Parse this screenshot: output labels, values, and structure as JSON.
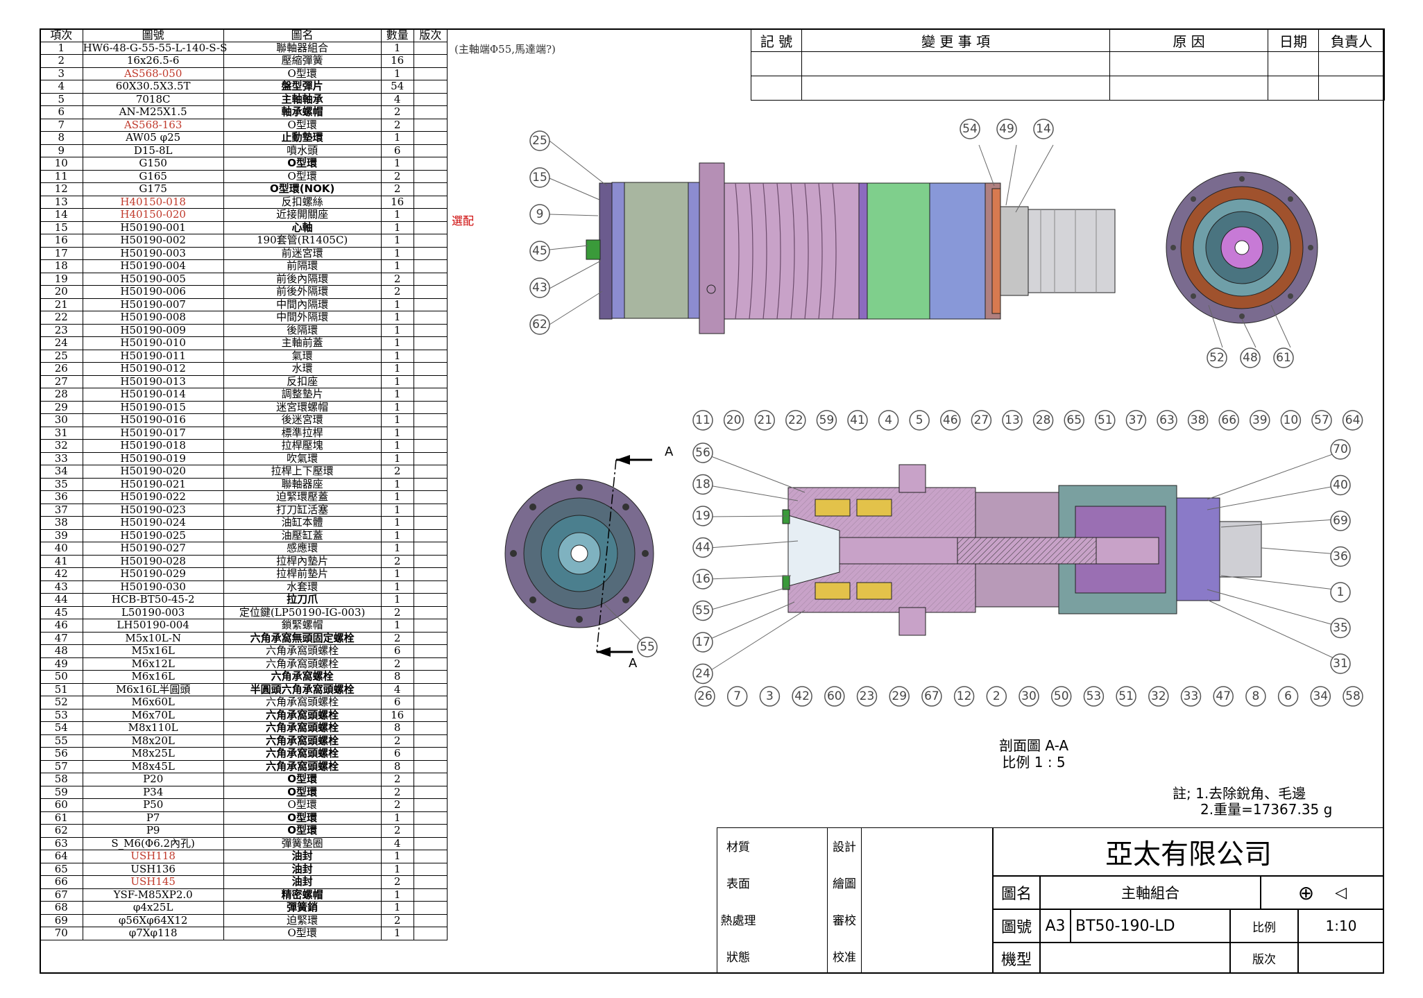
{
  "bom": {
    "headers": [
      "項次",
      "圖號",
      "圖名",
      "數量",
      "版次"
    ],
    "rows": [
      [
        "1",
        "HW6-48-G-55-55-L-140-S-S",
        "聯軸器組合",
        "1",
        ""
      ],
      [
        "2",
        "16x26.5-6",
        "壓縮彈簧",
        "16",
        ""
      ],
      [
        "3",
        "AS568-050",
        "O型環",
        "1",
        ""
      ],
      [
        "4",
        "60X30.5X3.5T",
        "盤型彈片",
        "54",
        ""
      ],
      [
        "5",
        "7018C",
        "主軸軸承",
        "4",
        ""
      ],
      [
        "6",
        "AN-M25X1.5",
        "軸承螺帽",
        "2",
        ""
      ],
      [
        "7",
        "AS568-163",
        "O型環",
        "2",
        ""
      ],
      [
        "8",
        "AW05 φ25",
        "止動墊環",
        "1",
        ""
      ],
      [
        "9",
        "D15-8L",
        "噴水頭",
        "6",
        ""
      ],
      [
        "10",
        "G150",
        "O型環",
        "1",
        ""
      ],
      [
        "11",
        "G165",
        "O型環",
        "2",
        ""
      ],
      [
        "12",
        "G175",
        "O型環(NOK)",
        "2",
        ""
      ],
      [
        "13",
        "H40150-018",
        "反扣螺絲",
        "16",
        ""
      ],
      [
        "14",
        "H40150-020",
        "近接開關座",
        "1",
        ""
      ],
      [
        "15",
        "H50190-001",
        "心軸",
        "1",
        ""
      ],
      [
        "16",
        "H50190-002",
        "190套管(R1405C)",
        "1",
        ""
      ],
      [
        "17",
        "H50190-003",
        "前迷宮環",
        "1",
        ""
      ],
      [
        "18",
        "H50190-004",
        "前隔環",
        "1",
        ""
      ],
      [
        "19",
        "H50190-005",
        "前後內隔環",
        "2",
        ""
      ],
      [
        "20",
        "H50190-006",
        "前後外隔環",
        "2",
        ""
      ],
      [
        "21",
        "H50190-007",
        "中間內隔環",
        "1",
        ""
      ],
      [
        "22",
        "H50190-008",
        "中間外隔環",
        "1",
        ""
      ],
      [
        "23",
        "H50190-009",
        "後隔環",
        "1",
        ""
      ],
      [
        "24",
        "H50190-010",
        "主軸前蓋",
        "1",
        ""
      ],
      [
        "25",
        "H50190-011",
        "氣環",
        "1",
        ""
      ],
      [
        "26",
        "H50190-012",
        "水環",
        "1",
        ""
      ],
      [
        "27",
        "H50190-013",
        "反扣座",
        "1",
        ""
      ],
      [
        "28",
        "H50190-014",
        "調整墊片",
        "1",
        ""
      ],
      [
        "29",
        "H50190-015",
        "迷宮環螺帽",
        "1",
        ""
      ],
      [
        "30",
        "H50190-016",
        "後迷宮環",
        "1",
        ""
      ],
      [
        "31",
        "H50190-017",
        "標準拉桿",
        "1",
        ""
      ],
      [
        "32",
        "H50190-018",
        "拉桿壓塊",
        "1",
        ""
      ],
      [
        "33",
        "H50190-019",
        "吹氣環",
        "1",
        ""
      ],
      [
        "34",
        "H50190-020",
        "拉桿上下壓環",
        "2",
        ""
      ],
      [
        "35",
        "H50190-021",
        "聯軸器座",
        "1",
        ""
      ],
      [
        "36",
        "H50190-022",
        "迫緊環壓蓋",
        "1",
        ""
      ],
      [
        "37",
        "H50190-023",
        "打刀缸活塞",
        "1",
        ""
      ],
      [
        "38",
        "H50190-024",
        "油缸本體",
        "1",
        ""
      ],
      [
        "39",
        "H50190-025",
        "油壓缸蓋",
        "1",
        ""
      ],
      [
        "40",
        "H50190-027",
        "感應環",
        "1",
        ""
      ],
      [
        "41",
        "H50190-028",
        "拉桿內墊片",
        "2",
        ""
      ],
      [
        "42",
        "H50190-029",
        "拉桿前墊片",
        "1",
        ""
      ],
      [
        "43",
        "H50190-030",
        "水套環",
        "1",
        ""
      ],
      [
        "44",
        "HCB-BT50-45-2",
        "拉刀爪",
        "1",
        ""
      ],
      [
        "45",
        "L50190-003",
        "定位鍵(LP50190-IG-003)",
        "2",
        ""
      ],
      [
        "46",
        "LH50190-004",
        "鎖緊螺帽",
        "1",
        ""
      ],
      [
        "47",
        "M5x10L-N",
        "六角承窩無頭固定螺栓",
        "2",
        ""
      ],
      [
        "48",
        "M5x16L",
        "六角承窩頭螺栓",
        "6",
        ""
      ],
      [
        "49",
        "M6x12L",
        "六角承窩頭螺栓",
        "2",
        ""
      ],
      [
        "50",
        "M6x16L",
        "六角承窩螺栓",
        "8",
        ""
      ],
      [
        "51",
        "M6x16L半圓頭",
        "半圓頭六角承窩頭螺栓",
        "4",
        ""
      ],
      [
        "52",
        "M6x60L",
        "六角承窩頭螺栓",
        "6",
        ""
      ],
      [
        "53",
        "M6x70L",
        "六角承窩頭螺栓",
        "16",
        ""
      ],
      [
        "54",
        "M8x110L",
        "六角承窩頭螺栓",
        "8",
        ""
      ],
      [
        "55",
        "M8x20L",
        "六角承窩頭螺栓",
        "2",
        ""
      ],
      [
        "56",
        "M8x25L",
        "六角承窩頭螺栓",
        "6",
        ""
      ],
      [
        "57",
        "M8x45L",
        "六角承窩頭螺栓",
        "8",
        ""
      ],
      [
        "58",
        "P20",
        "O型環",
        "2",
        ""
      ],
      [
        "59",
        "P34",
        "O型環",
        "2",
        ""
      ],
      [
        "60",
        "P50",
        "O型環",
        "2",
        ""
      ],
      [
        "61",
        "P7",
        "O型環",
        "1",
        ""
      ],
      [
        "62",
        "P9",
        "O型環",
        "2",
        ""
      ],
      [
        "63",
        "S_M6(Φ6.2內孔)",
        "彈簧墊圈",
        "4",
        ""
      ],
      [
        "64",
        "USH118",
        "油封",
        "1",
        ""
      ],
      [
        "65",
        "USH136",
        "油封",
        "1",
        ""
      ],
      [
        "66",
        "USH145",
        "油封",
        "2",
        ""
      ],
      [
        "67",
        "YSF-M85XP2.0",
        "精密螺帽",
        "1",
        ""
      ],
      [
        "68",
        "φ4x25L",
        "彈簧銷",
        "1",
        ""
      ],
      [
        "69",
        "φ56Xφ64X12",
        "迫緊環",
        "2",
        ""
      ],
      [
        "70",
        "φ7Xφ118",
        "O型環",
        "1",
        ""
      ]
    ],
    "red_items": [
      "3",
      "7",
      "13",
      "14",
      "64",
      "66"
    ],
    "bold_name_items": [
      "4",
      "5",
      "6",
      "8",
      "10",
      "12",
      "15",
      "44",
      "47",
      "50",
      "51",
      "53",
      "54",
      "55",
      "56",
      "57",
      "58",
      "59",
      "61",
      "62",
      "64",
      "65",
      "66",
      "67",
      "68"
    ]
  },
  "top_note": "(主軸端Φ55,馬達端?)",
  "optional_note": "選配",
  "revision_table": {
    "headers": [
      "記 號",
      "變  更  事  項",
      "原  因",
      "日期",
      "負責人"
    ]
  },
  "section_view": {
    "title": "剖面圖 A-A",
    "scale": "比例 1 : 5",
    "cut_label_top": "A",
    "cut_label_bottom": "A"
  },
  "notes": {
    "line1": "註; 1.去除銳角、毛邊",
    "line2": "2.重量=17367.35 g"
  },
  "title_block": {
    "company": "亞太有限公司",
    "material_label": "材質",
    "surface_label": "表面",
    "heat_label": "熱處理",
    "state_label": "狀態",
    "design_label": "設計",
    "draw_label": "繪圖",
    "review_label": "審校",
    "approve_label": "校准",
    "name_label": "圖名",
    "name_value": "主軸組合",
    "no_label": "圖號",
    "sheet_size": "A3",
    "no_value": "BT50-190-LD",
    "scale_label": "比例",
    "scale_value": "1:10",
    "model_label": "機型",
    "rev_label": "版次"
  },
  "balloons": {
    "side_left": [
      "25",
      "15",
      "9",
      "45",
      "43",
      "62"
    ],
    "side_top": [
      "54",
      "49",
      "14"
    ],
    "end_bottom": [
      "52",
      "48",
      "61"
    ],
    "front_single": [
      "55"
    ],
    "section_top": [
      "11",
      "20",
      "21",
      "22",
      "59",
      "41",
      "4",
      "5",
      "46",
      "27",
      "13",
      "28",
      "65",
      "51",
      "37",
      "63",
      "38",
      "66",
      "39",
      "10",
      "57",
      "64"
    ],
    "section_left": [
      "56",
      "18",
      "19",
      "44",
      "16",
      "55",
      "17",
      "24"
    ],
    "section_right": [
      "70",
      "40",
      "69",
      "36",
      "1",
      "35",
      "31"
    ],
    "section_bottom": [
      "26",
      "7",
      "3",
      "42",
      "60",
      "23",
      "29",
      "67",
      "12",
      "2",
      "30",
      "50",
      "53",
      "51",
      "32",
      "33",
      "47",
      "8",
      "6",
      "34",
      "58"
    ]
  }
}
